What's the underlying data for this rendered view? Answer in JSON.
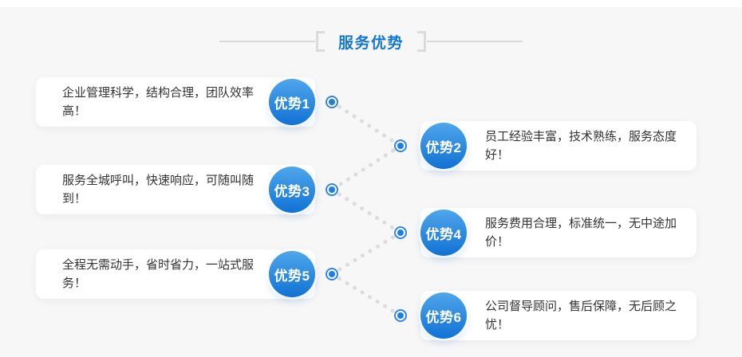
{
  "section": {
    "title": "服务优势"
  },
  "advantages": [
    {
      "badge_label": "优势1",
      "text": "企业管理科学，结构合理，团队效率高！"
    },
    {
      "badge_label": "优势2",
      "text": "员工经验丰富，技术熟练，服务态度好！"
    },
    {
      "badge_label": "优势3",
      "text": "服务全城呼叫，快速响应，可随叫随到！"
    },
    {
      "badge_label": "优势4",
      "text": "服务费用合理，标准统一，无中途加价！"
    },
    {
      "badge_label": "优势5",
      "text": "全程无需动手，省时省力，一站式服务！"
    },
    {
      "badge_label": "优势6",
      "text": "公司督导顾问，售后保障，无后顾之忧！"
    }
  ],
  "colors": {
    "background": "#f7f7f8",
    "title_blue": "#1677d2",
    "badge_gradient_top": "#4fa6eb",
    "badge_gradient_bottom": "#1172d4",
    "connector_dot": "#dcdcdc",
    "card_text": "#333333",
    "node_ring": "#2f88e1"
  }
}
